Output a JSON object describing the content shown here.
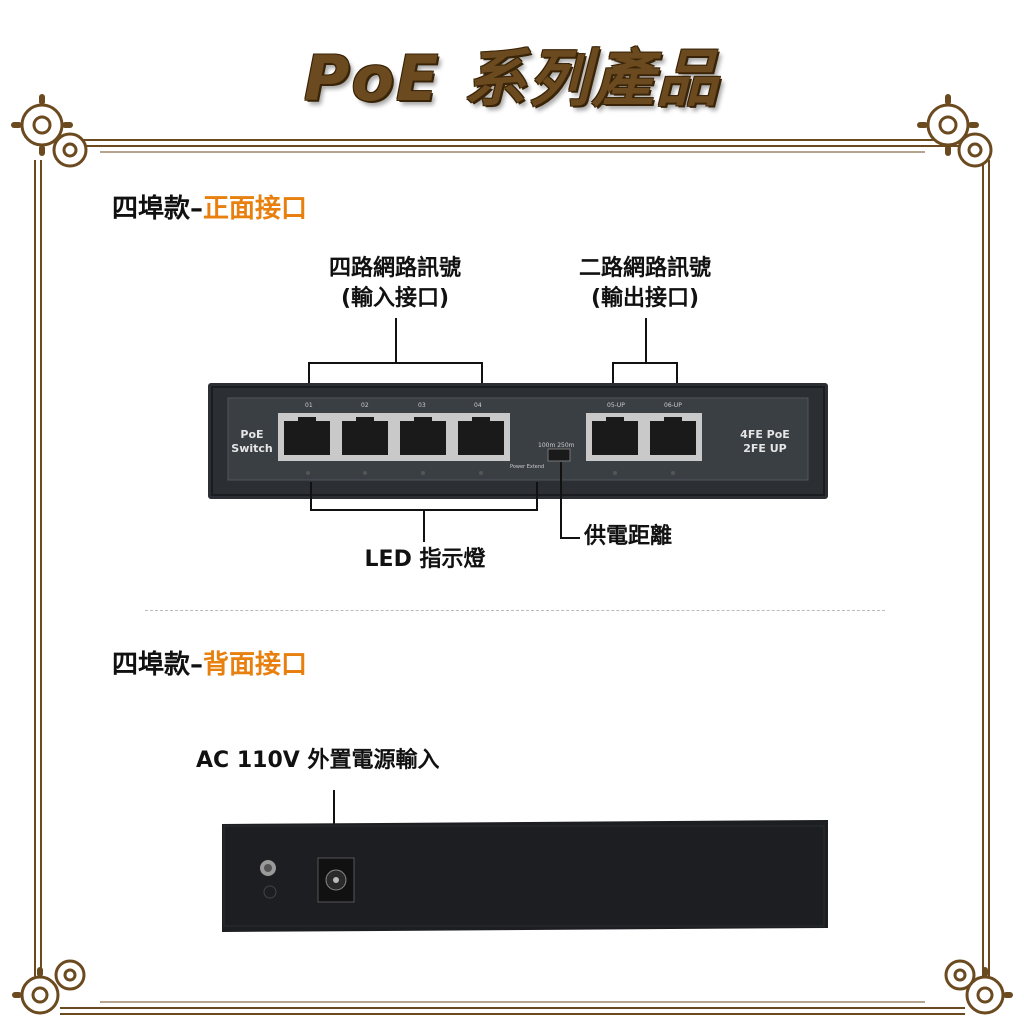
{
  "title": "PoE 系列產品",
  "front": {
    "heading_prefix": "四埠款–",
    "heading_accent": "正面接口",
    "input_label_line1": "四路網路訊號",
    "input_label_line2": "(輸入接口)",
    "output_label_line1": "二路網路訊號",
    "output_label_line2": "(輸出接口)",
    "led_label": "LED 指示燈",
    "distance_label": "供電距離",
    "panel_left_line1": "PoE",
    "panel_left_line2": "Switch",
    "panel_right_line1": "4FE PoE",
    "panel_right_line2": "2FE UP",
    "switch_label": "100m 250m",
    "power_extend": "Power Extend",
    "port_numbers": [
      "01",
      "02",
      "03",
      "04",
      "05-UP",
      "06-UP"
    ]
  },
  "back": {
    "heading_prefix": "四埠款–",
    "heading_accent": "背面接口",
    "power_label": "AC 110V 外置電源輸入"
  },
  "colors": {
    "title": "#6b4a1f",
    "accent": "#e8800f",
    "frame": "#6b4a1f",
    "device": "#2b2f33"
  }
}
